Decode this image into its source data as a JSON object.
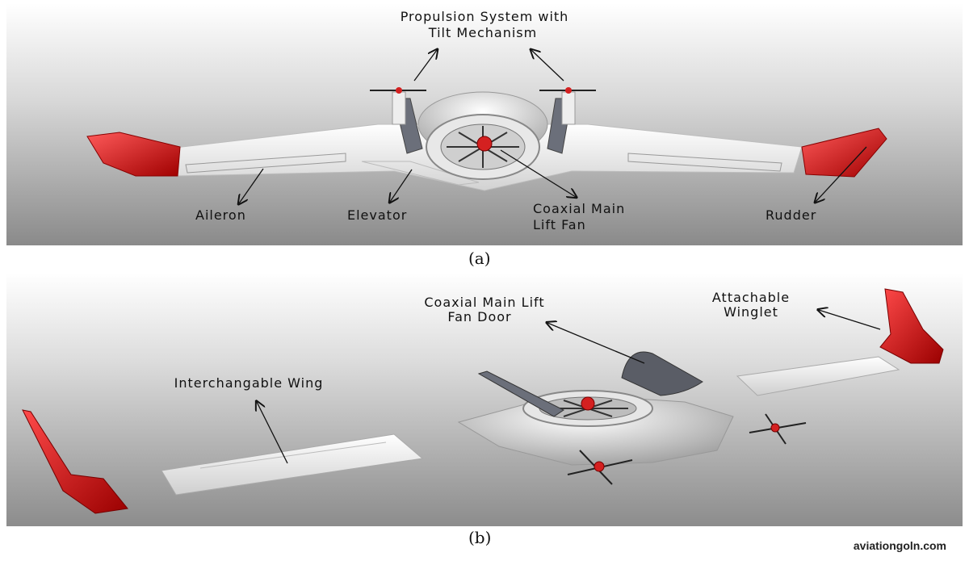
{
  "panel_a": {
    "labels": {
      "propulsion_line1": "Propulsion System  with",
      "propulsion_line2": "Tilt Mechanism",
      "aileron": "Aileron",
      "elevator": "Elevator",
      "coaxial_line1": "Coaxial Main",
      "coaxial_line2": "Lift Fan",
      "rudder": "Rudder"
    },
    "caption": "(a)"
  },
  "panel_b": {
    "labels": {
      "door_line1": "Coaxial Main Lift",
      "door_line2": "Fan Door",
      "winglet_line1": "Attachable",
      "winglet_line2": "Winglet",
      "wing": "Interchangable Wing"
    },
    "caption": "(b)"
  },
  "watermark": "aviationgoln.com",
  "colors": {
    "accent_red": "#d42020",
    "body_white": "#f4f4f4",
    "arrow": "#111111"
  }
}
